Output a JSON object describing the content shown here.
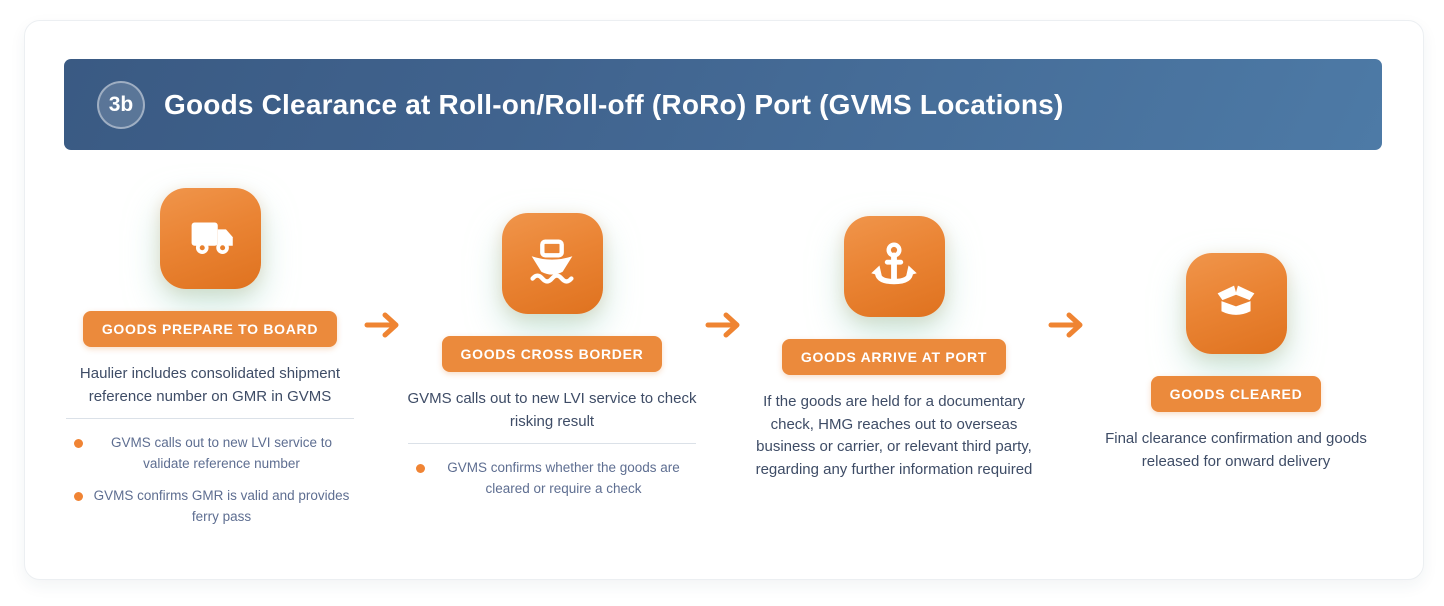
{
  "header": {
    "badge": "3b",
    "title": "Goods Clearance at Roll-on/Roll-off (RoRo) Port (GVMS Locations)"
  },
  "steps": [
    {
      "icon": "truck-icon",
      "label": "GOODS PREPARE TO BOARD",
      "description": "Haulier includes consolidated shipment reference number on GMR in GVMS",
      "bullets": [
        "GVMS calls out to new LVI service to validate reference number",
        "GVMS confirms GMR is valid and provides ferry pass"
      ]
    },
    {
      "icon": "ship-icon",
      "label": "GOODS CROSS BORDER",
      "description": "GVMS calls out to new LVI service to check risking result",
      "bullets": [
        "GVMS confirms whether the goods are cleared or require a check"
      ]
    },
    {
      "icon": "anchor-icon",
      "label": "GOODS ARRIVE AT PORT",
      "description": "If the goods are held for a documentary check, HMG reaches out to overseas business or carrier, or relevant third party, regarding any further information required",
      "bullets": []
    },
    {
      "icon": "open-box-icon",
      "label": "GOODS CLEARED",
      "description": "Final clearance confirmation and goods released for onward delivery",
      "bullets": []
    }
  ],
  "colors": {
    "header_gradient_from": "#3a5a83",
    "header_gradient_to": "#4d7aa6",
    "orange_label": "#eb8a3c",
    "orange_icon_from": "#f0954b",
    "orange_icon_to": "#df721f",
    "arrow_orange": "#ef8432",
    "bullet_dot": "#f08434",
    "text_primary": "#3e4c66",
    "text_secondary": "#5e6e91",
    "divider": "#dbe1e8"
  }
}
